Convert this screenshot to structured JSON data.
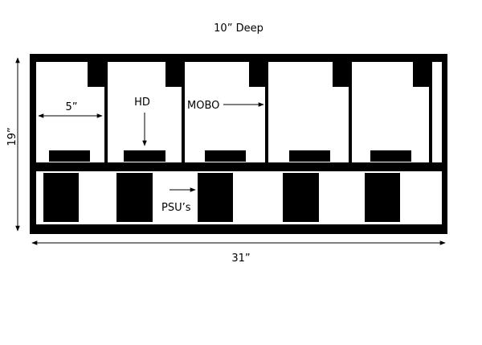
{
  "labels": {
    "depth": "10” Deep",
    "height": "19”",
    "width": "31”",
    "bay_width": "5”",
    "hd": "HD",
    "mobo": "MOBO",
    "psus": "PSU’s"
  },
  "colors": {
    "frame": "#000000",
    "background": "#ffffff"
  }
}
